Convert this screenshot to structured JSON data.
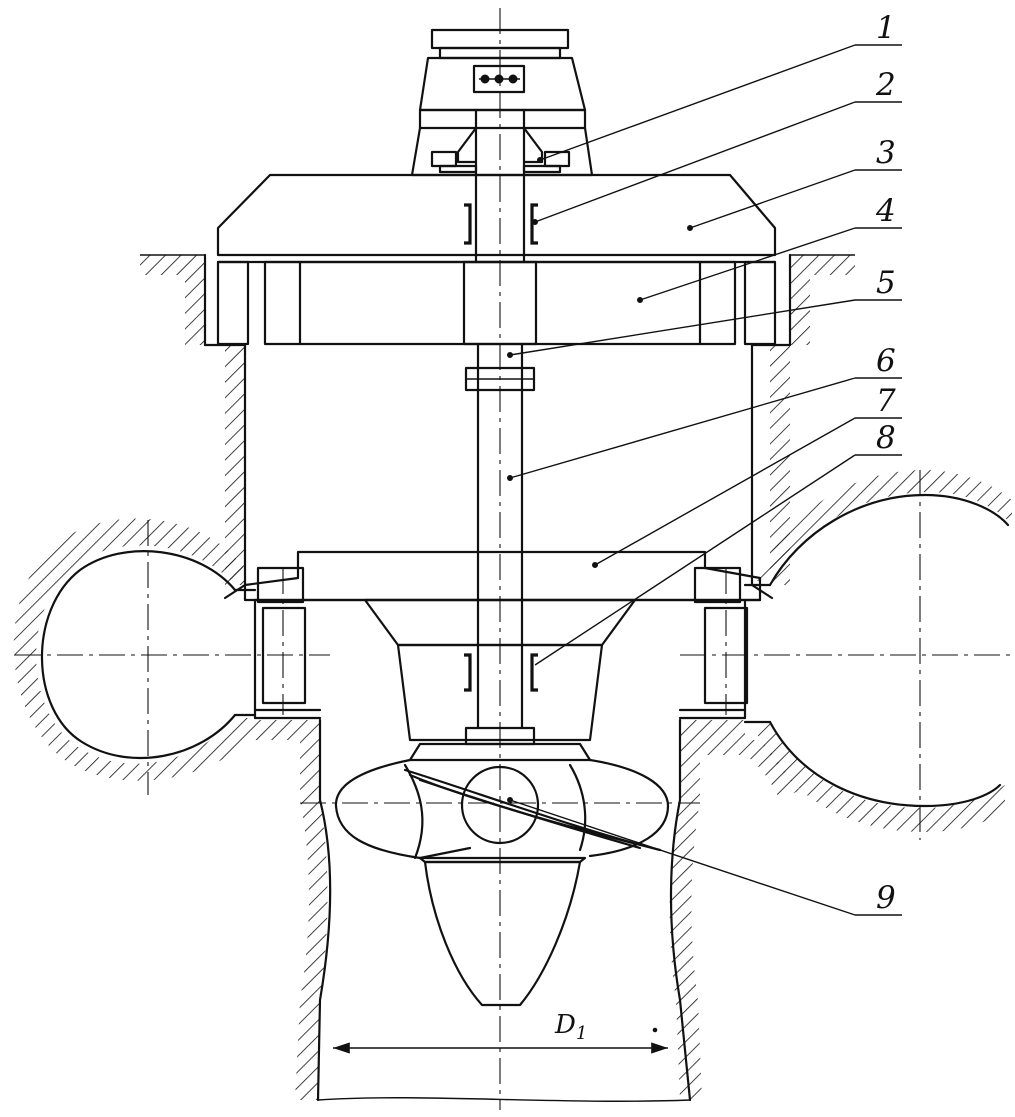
{
  "diagram": {
    "callouts": [
      {
        "id": "1",
        "label": "1"
      },
      {
        "id": "2",
        "label": "2"
      },
      {
        "id": "3",
        "label": "3"
      },
      {
        "id": "4",
        "label": "4"
      },
      {
        "id": "5",
        "label": "5"
      },
      {
        "id": "6",
        "label": "6"
      },
      {
        "id": "7",
        "label": "7"
      },
      {
        "id": "8",
        "label": "8"
      },
      {
        "id": "9",
        "label": "9"
      }
    ],
    "dimension": {
      "label": "D",
      "subscript": "1"
    }
  }
}
